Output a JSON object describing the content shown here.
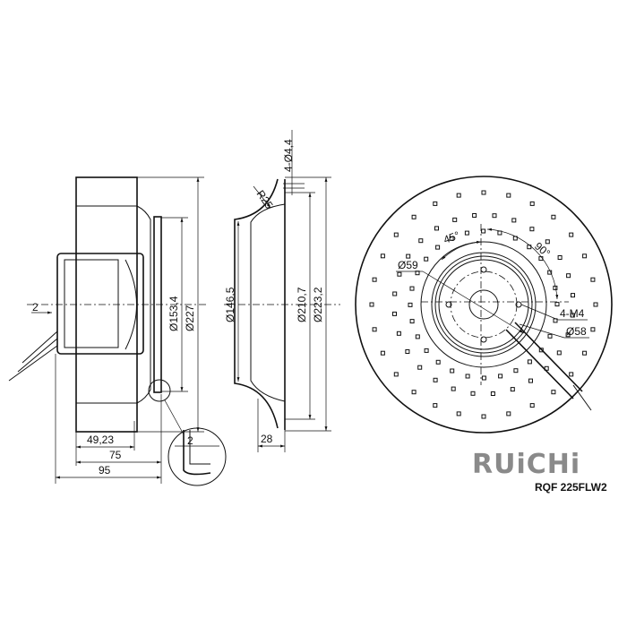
{
  "side_view": {
    "dim_cable_offset": "2",
    "dim_49": "49,23",
    "dim_75": "75",
    "dim_95": "95",
    "dim_d153": "Ø153,4",
    "dim_d227": "Ø227",
    "detail_dim": "2"
  },
  "inlet_ring": {
    "dim_holes": "4-Ø4,4",
    "dim_radius": "R25",
    "dim_d146": "Ø146,5",
    "dim_d210": "Ø210,7",
    "dim_d223": "Ø223,2",
    "dim_depth": "28"
  },
  "front_view": {
    "angle_45": "45°",
    "angle_90": "90°",
    "dim_d59": "Ø59",
    "dim_threads": "4-M4",
    "dim_d58": "Ø58"
  },
  "brand": {
    "logo": "RUiCHi",
    "model": "RQF 225FLW2",
    "logo_color": "#8a8a8a",
    "dot_color": "#f08080"
  }
}
